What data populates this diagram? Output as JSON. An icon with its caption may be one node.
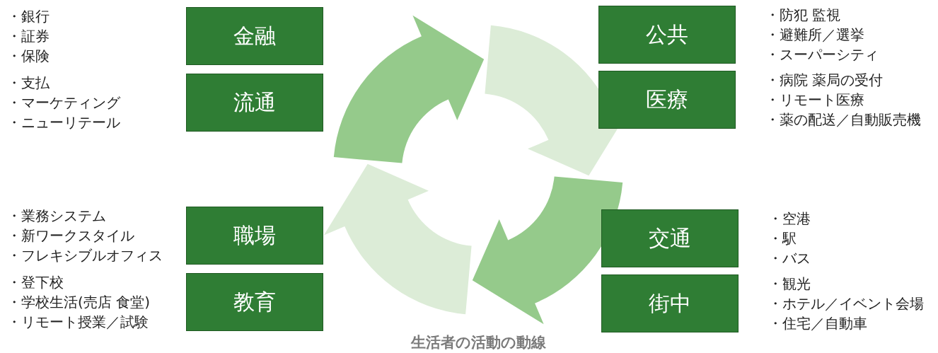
{
  "diagram": {
    "caption": "生活者の活動の動線",
    "nodes": [
      {
        "text": [
          "金融"
        ],
        "beside": [
          "・銀行",
          "・証券",
          "・保険"
        ]
      },
      {
        "text": [
          "公共"
        ],
        "beside": [
          "・防犯 監視",
          "・避難所／選挙",
          "・スーパーシティ"
        ]
      },
      {
        "text": [
          "流通"
        ],
        "beside": [
          "・支払",
          "・マーケティング",
          "・ニューリテール"
        ]
      },
      {
        "text": [
          "医療"
        ],
        "beside": [
          "・病院 薬局の受付",
          "・リモート医療",
          "・薬の配送／自動販売機"
        ]
      },
      {
        "text": [
          "職場"
        ],
        "beside": [
          "・業務システム",
          "・新ワークスタイル",
          "・フレキシブルオフィス"
        ]
      },
      {
        "text": [
          "交通"
        ],
        "beside": [
          "・空港",
          "・駅",
          "・バス"
        ]
      },
      {
        "text": [
          "教育"
        ],
        "beside": [
          "・登下校",
          "・学校生活(売店 食堂)",
          "・リモート授業／試験"
        ]
      },
      {
        "text": [
          "街中"
        ],
        "beside": [
          "・観光",
          "・ホテル／イベント会場",
          "・住宅／自動車"
        ]
      }
    ]
  }
}
